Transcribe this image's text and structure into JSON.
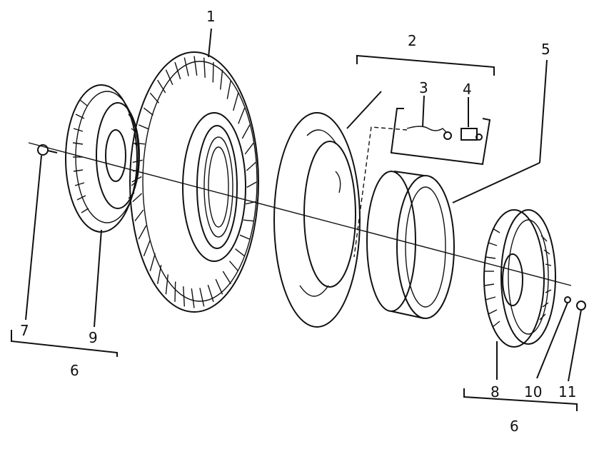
{
  "callouts": [
    {
      "id": "1",
      "text": "1"
    },
    {
      "id": "2",
      "text": "2"
    },
    {
      "id": "3",
      "text": "3"
    },
    {
      "id": "4",
      "text": "4"
    },
    {
      "id": "5",
      "text": "5"
    },
    {
      "id": "6a",
      "text": "6"
    },
    {
      "id": "6b",
      "text": "6"
    },
    {
      "id": "7",
      "text": "7"
    },
    {
      "id": "8",
      "text": "8"
    },
    {
      "id": "9",
      "text": "9"
    },
    {
      "id": "10",
      "text": "10"
    },
    {
      "id": "11",
      "text": "11"
    }
  ]
}
